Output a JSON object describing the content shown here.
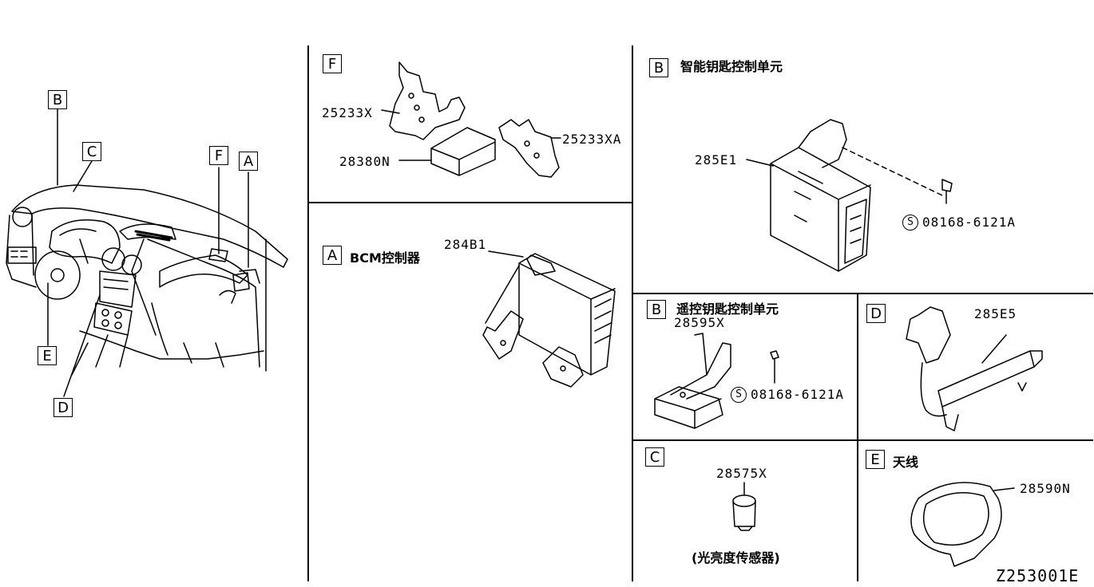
{
  "overview": {
    "labels": {
      "B": "B",
      "C": "C",
      "F": "F",
      "A": "A",
      "E": "E",
      "D": "D"
    }
  },
  "panel_F": {
    "letter": "F",
    "parts": [
      "25233X",
      "28380N",
      "25233XA"
    ]
  },
  "panel_A": {
    "letter": "A",
    "title": "BCM控制器",
    "part": "284B1"
  },
  "panel_B_smart": {
    "letter": "B",
    "title": "智能钥匙控制单元",
    "part": "285E1",
    "screw": "08168-6121A",
    "screw_symbol": "S"
  },
  "panel_B_remote": {
    "letter": "B",
    "title": "遥控钥匙控制单元",
    "part": "28595X",
    "screw": "08168-6121A",
    "screw_symbol": "S"
  },
  "panel_D": {
    "letter": "D",
    "part": "285E5"
  },
  "panel_C": {
    "letter": "C",
    "part": "28575X",
    "caption": "(光亮度传感器)"
  },
  "panel_E": {
    "letter": "E",
    "title": "天线",
    "part": "28590N"
  },
  "drawing_code": "Z253001E"
}
